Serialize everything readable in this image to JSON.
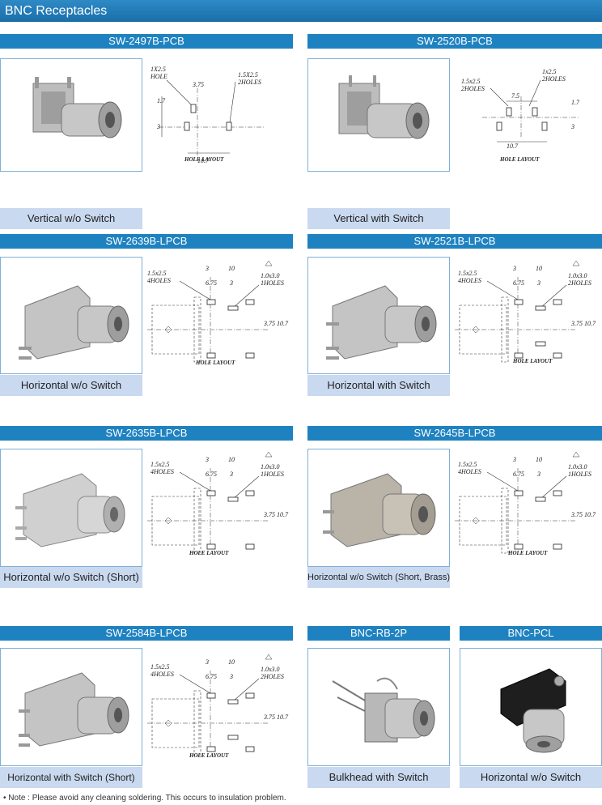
{
  "page": {
    "title": "BNC Receptacles"
  },
  "products": {
    "sw2497": {
      "model": "SW-2497B-PCB",
      "caption": "Vertical w/o Switch",
      "labels": {
        "a": "1X2.5",
        "b": "HOLE",
        "c": "1.5X2.5",
        "d": "2HOLES",
        "e": "3.75",
        "f": "1.7",
        "g": "3",
        "h": "10.7",
        "layout": "HOLE LAYOUT"
      }
    },
    "sw2520": {
      "model": "SW-2520B-PCB",
      "caption": "Vertical with Switch",
      "labels": {
        "a": "1.5x2.5",
        "b": "2HOLES",
        "c": "1x2.5",
        "d": "2HOLES",
        "e": "7.5",
        "f": "1.7",
        "g": "3",
        "h": "10.7",
        "layout": "HOLE LAYOUT"
      }
    },
    "sw2639": {
      "model": "SW-2639B-LPCB",
      "caption": "Horizontal w/o Switch",
      "labels": {
        "a": "1.5x2.5",
        "b": "4HOLES",
        "c": "1.0x3.0",
        "d": "1HOLES",
        "e": "3",
        "f": "10",
        "g": "6.75",
        "h": "3",
        "i": "3.75",
        "j": "10.7",
        "layout": "HOLE LAYOUT"
      }
    },
    "sw2521": {
      "model": "SW-2521B-LPCB",
      "caption": "Horizontal with Switch",
      "labels": {
        "a": "1.5x2.5",
        "b": "4HOLES",
        "c": "1.0x3.0",
        "d": "2HOLES",
        "e": "3",
        "f": "10",
        "g": "6.75",
        "h": "3",
        "i": "3.75",
        "j": "10.7",
        "layout": "HOLE LAYOUT"
      }
    },
    "sw2635": {
      "model": "SW-2635B-LPCB",
      "caption": "Horizontal w/o Switch (Short)",
      "labels": {
        "a": "1.5x2.5",
        "b": "4HOLES",
        "c": "1.0x3.0",
        "d": "1HOLES",
        "e": "3",
        "f": "10",
        "g": "6.75",
        "h": "3",
        "i": "3.75",
        "j": "10.7",
        "layout": "HOLE LAYOUT"
      }
    },
    "sw2645": {
      "model": "SW-2645B-LPCB",
      "caption": "Horizontal w/o Switch (Short, Brass)",
      "labels": {
        "a": "1.5x2.5",
        "b": "4HOLES",
        "c": "1.0x3.0",
        "d": "1HOLES",
        "e": "3",
        "f": "10",
        "g": "6.75",
        "h": "3",
        "i": "3.75",
        "j": "10.7",
        "layout": "HOLE LAYOUT"
      }
    },
    "sw2584": {
      "model": "SW-2584B-LPCB",
      "caption": "Horizontal with Switch (Short)",
      "labels": {
        "a": "1.5x2.5",
        "b": "4HOLES",
        "c": "1.0x3.0",
        "d": "2HOLES",
        "e": "3",
        "f": "10",
        "g": "6.75",
        "h": "3",
        "i": "3.75",
        "j": "10.7",
        "layout": "HOLE LAYOUT"
      }
    },
    "bncrb": {
      "model": "BNC-RB-2P",
      "caption": "Bulkhead with Switch"
    },
    "bncpcl": {
      "model": "BNC-PCL",
      "caption": "Horizontal w/o Switch"
    }
  },
  "note": "• Note : Please avoid any cleaning soldering. This occurs to insulation problem.",
  "colors": {
    "header": "#1f82c0",
    "caption_bg": "#c9d9ef",
    "photo_border": "#7fb0d8"
  }
}
